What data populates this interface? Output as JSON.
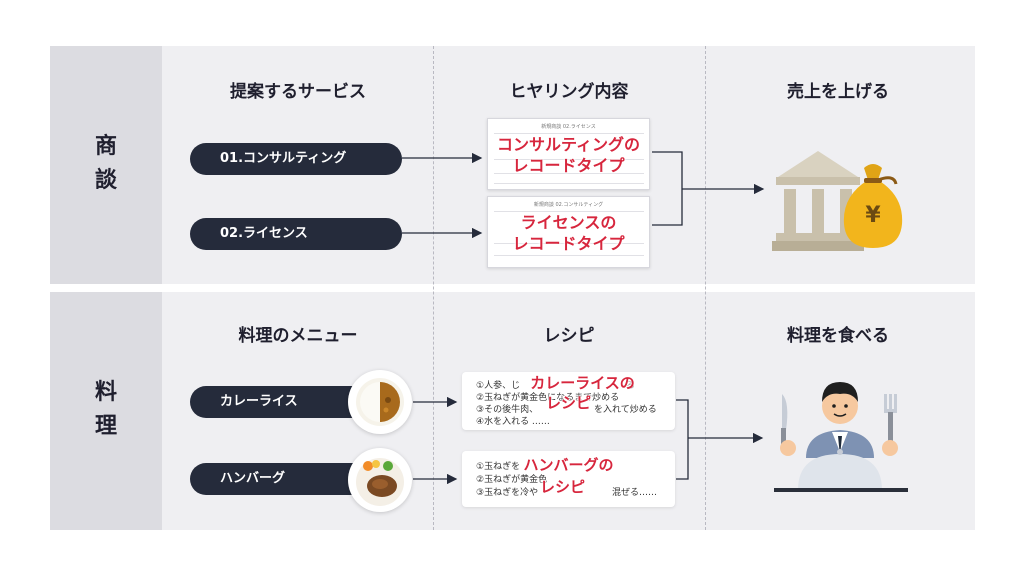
{
  "rows": {
    "negotiation": {
      "label": "商談"
    },
    "cooking": {
      "label": "料理"
    }
  },
  "headers": {
    "services": "提案するサービス",
    "hearing": "ヒヤリング内容",
    "sales": "売上を上げる",
    "menu": "料理のメニュー",
    "recipe": "レシピ",
    "eat": "料理を食べる"
  },
  "services": [
    {
      "label": "01.コンサルティング"
    },
    {
      "label": "02.ライセンス"
    }
  ],
  "records": [
    {
      "doc_title": "新規商談 02.ライセンス",
      "overlay_line1": "コンサルティングの",
      "overlay_line2": "レコードタイプ"
    },
    {
      "doc_title": "新規商談 02.コンサルティング",
      "overlay_line1": "ライセンスの",
      "overlay_line2": "レコードタイプ"
    }
  ],
  "menu": [
    {
      "label": "カレーライス"
    },
    {
      "label": "ハンバーグ"
    }
  ],
  "recipes": [
    {
      "lines": [
        "①人参、じ",
        "②玉ねぎが黄金色になるまで炒める",
        "③その後牛肉、",
        "④水を入れる ……"
      ],
      "lines_right": [
        "る",
        "",
        "を入れて炒める",
        ""
      ],
      "overlay_line1": "カレーライスの",
      "overlay_line2": "レシピ"
    },
    {
      "lines": [
        "①玉ねぎを",
        "②玉ねぎが黄金色",
        "③玉ねぎを冷や"
      ],
      "lines_right": [
        "",
        "",
        "混ぜる……"
      ],
      "overlay_line1": "ハンバーグの",
      "overlay_line2": "レシピ"
    }
  ],
  "icons": {
    "bank": "bank-icon",
    "money_bag": "money-bag-icon",
    "yen_symbol": "¥",
    "curry": "curry-rice-icon",
    "hamburg": "hamburg-steak-icon",
    "diner": "diner-icon"
  },
  "colors": {
    "pill": "#252b3b",
    "accent_red": "#d7263d",
    "panel": "#efeff2",
    "side": "#dcdce1",
    "gold": "#f2b51c"
  }
}
